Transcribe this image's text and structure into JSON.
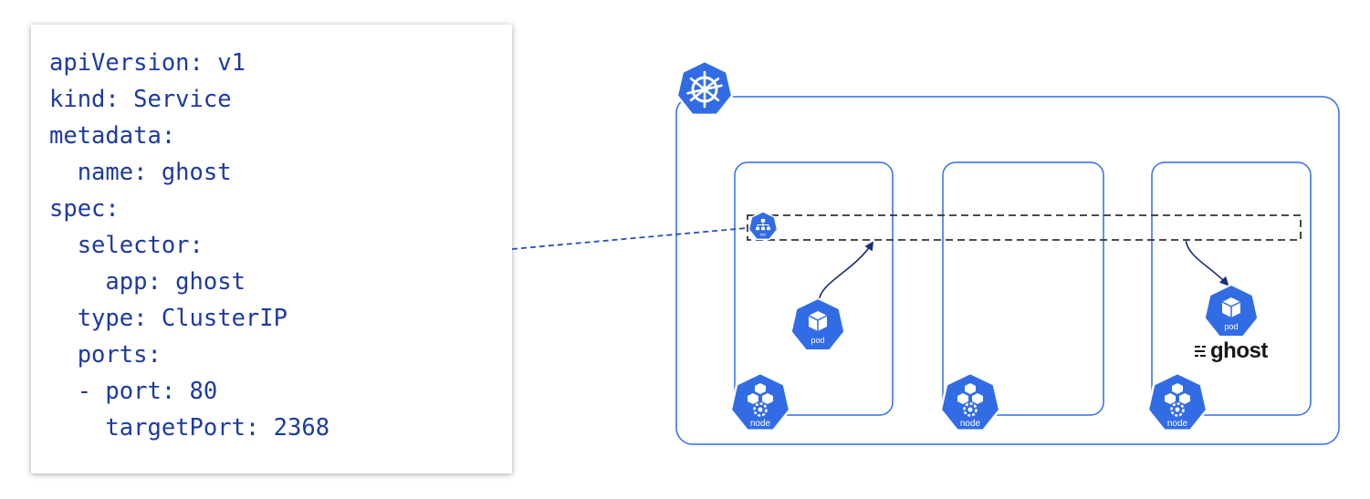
{
  "yaml": {
    "lines": [
      "apiVersion: v1",
      "kind: Service",
      "metadata:",
      "  name: ghost",
      "spec:",
      "  selector:",
      "    app: ghost",
      "  type: ClusterIP",
      "  ports:",
      "  - port: 80",
      "    targetPort: 2368"
    ]
  },
  "diagram": {
    "service_icon_label": "svc",
    "pod_label": "pod",
    "node_label": "node",
    "ghost_logo_text": "ghost"
  },
  "colors": {
    "k8s_blue": "#326ce5",
    "code_text": "#1d3a9e",
    "arrow": "#1a2f7a",
    "dashed_box": "#333333"
  }
}
